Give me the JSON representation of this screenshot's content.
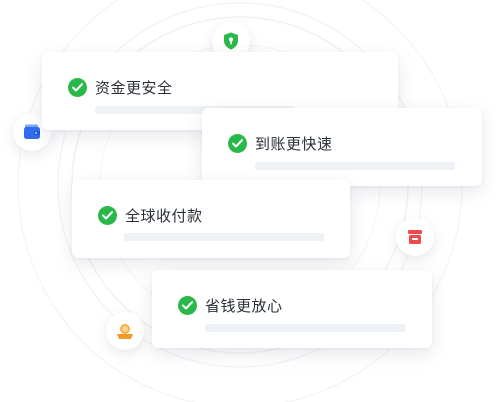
{
  "features": [
    {
      "label": "资金更安全"
    },
    {
      "label": "到账更快速"
    },
    {
      "label": "全球收付款"
    },
    {
      "label": "省钱更放心"
    }
  ],
  "icons": {
    "top": "shield-lock-icon",
    "left_top": "wallet-icon",
    "right": "cash-register-icon",
    "left_bottom": "piggy-coin-icon"
  },
  "colors": {
    "check": "#2bb84a",
    "shield": "#2bb84a",
    "wallet": "#2f6df0",
    "register": "#f04b4b",
    "coin": "#f39a2b",
    "bar": "#eef1f5"
  }
}
